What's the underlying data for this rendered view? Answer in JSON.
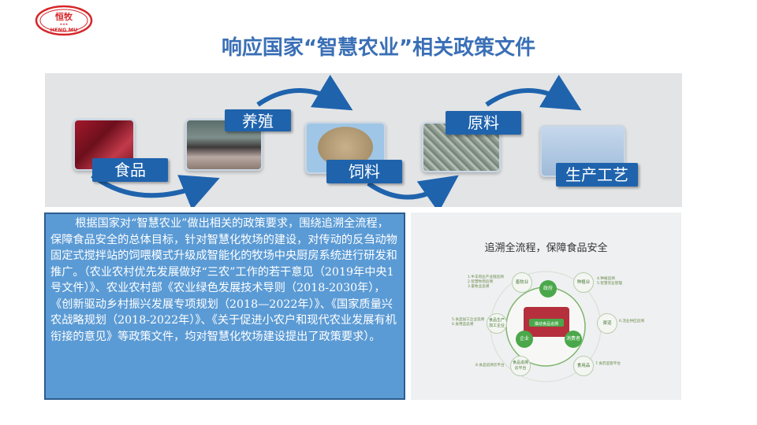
{
  "logo": {
    "text_cn": "恒牧",
    "text_en": "HENG MU",
    "stars": "★★★",
    "color": "#d6262a"
  },
  "title": "响应国家“智慧农业”相关政策文件",
  "flow": {
    "steps": [
      {
        "label": "食品",
        "icon": "meat-photo"
      },
      {
        "label": "养殖",
        "icon": "cattle-barn-photo"
      },
      {
        "label": "饲料",
        "icon": "feed-dish-photo"
      },
      {
        "label": "原料",
        "icon": "raw-grain-photo"
      },
      {
        "label": "生产工艺",
        "icon": "factory-photo"
      }
    ],
    "colors": {
      "label_bg": "#1f63ad",
      "arrow": "#1f63ad"
    }
  },
  "paragraph": "根据国家对“智慧农业”做出相关的政策要求，围绕追溯全流程，保障食品安全的总体目标，针对智慧化牧场的建设，对传动的反刍动物固定式搅拌站的饲喂模式升级成智能化的牧场中央厨房系统进行研发和推广。（农业农村优先发展做好“三农”工作的若干意见（2019年中央1号文件）》、农业农村部《农业绿色发展技术导则（2018-2030年），《创新驱动乡村振兴发展专项规划（2018—2022年）》、《国家质量兴农战略规划（2018-2022年）》、《关于促进小农户和现代农业发展有机衔接的意见》等政策文件，均对智慧化牧场建设提出了政策要求）。",
  "diagram": {
    "title": "追溯全流程，保障食品安全",
    "center": "撬动食品追溯",
    "ring_nodes": [
      "政府",
      "企业",
      "消费者"
    ],
    "outer_nodes": [
      "畜牧业",
      "种植业",
      "食品生产加工企业",
      "渠道",
      "食品追溯云平台",
      "食用品"
    ],
    "notes": {
      "top_left": [
        "1.牛羊肉业产业链追溯",
        "2.智慧牧场追溯",
        "3.畜牧业追溯"
      ],
      "top_right": [
        "4.种植追溯",
        "5.智慧农业管理"
      ],
      "left": [
        "5.食品加工企业追溯",
        "6.食用品追溯"
      ],
      "right": [
        "6.流业供应追溯"
      ],
      "bottom_left": [
        "8.食品追溯云平台"
      ],
      "bottom_right": [
        "7.食药监管平台"
      ]
    }
  }
}
